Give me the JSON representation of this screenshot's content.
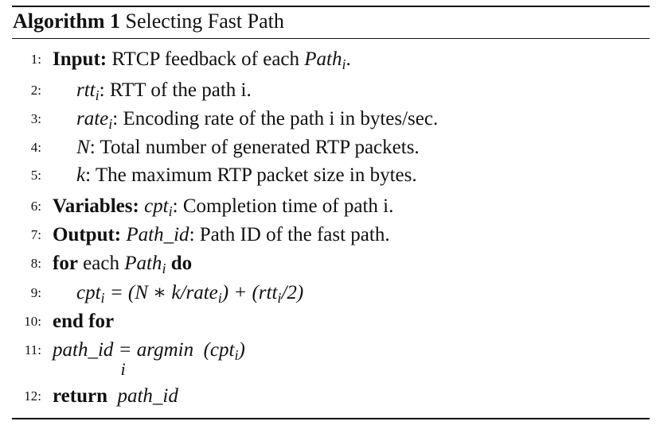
{
  "caption": {
    "label": "Algorithm 1",
    "title": "Selecting Fast Path"
  },
  "lines": [
    {
      "num": "1:",
      "kw": "Input:",
      "text": "RTCP feedback of each",
      "var": "Path",
      "sub": "i",
      "end": "."
    },
    {
      "num": "2:",
      "var": "rtt",
      "sub": "i",
      "text": ": RTT of the path i."
    },
    {
      "num": "3:",
      "var": "rate",
      "sub": "i",
      "text": ": Encoding rate of the path i in bytes/sec."
    },
    {
      "num": "4:",
      "var": "N",
      "text": ": Total number of generated RTP packets."
    },
    {
      "num": "5:",
      "var": "k",
      "text": ": The maximum RTP packet size in bytes."
    },
    {
      "num": "6:",
      "kw": "Variables:",
      "var": "cpt",
      "sub": "i",
      "text": ": Completion time of path i."
    },
    {
      "num": "7:",
      "kw": "Output:",
      "var": "Path_id",
      "text": ": Path ID of the fast path."
    },
    {
      "num": "8:",
      "kw": "for",
      "text": "each",
      "var": "Path",
      "sub": "i",
      "kw2": "do"
    },
    {
      "num": "9:",
      "var": "cpt",
      "sub": "i",
      "text": "= (N ∗ k/rate",
      "sub2": "i",
      "text2": ") + (rtt",
      "sub3": "i",
      "text3": "/2)"
    },
    {
      "num": "10:",
      "kw": "end for"
    },
    {
      "num": "11:",
      "var": "path_id = argmin",
      "under": "i",
      "text": "(cpt",
      "sub": "i",
      "end": ")"
    },
    {
      "num": "12:",
      "kw": "return",
      "var": "path_id"
    }
  ]
}
